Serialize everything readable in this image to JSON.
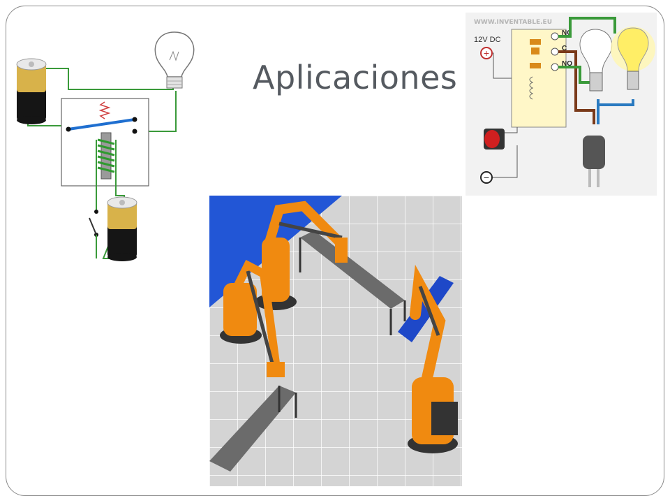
{
  "slide": {
    "title": "Aplicaciones"
  },
  "wiring_diagram": {
    "watermark": "WWW.INVENTABLE.EU",
    "supply_label": "12V DC",
    "plus_symbol": "+",
    "minus_symbol": "−",
    "contact_nc": "NC",
    "contact_c": "C",
    "contact_no": "NO"
  },
  "colors": {
    "wire_green": "#3a9a3a",
    "coil_blue": "#1f6fd0",
    "robot_orange": "#f08a10",
    "floor_blue": "#1f5fd6",
    "conveyor_gray": "#707070",
    "wire_brown": "#7a3a1a",
    "wire_blue": "#2a7ac0"
  },
  "icons": [
    "battery-icon",
    "light-bulb-icon",
    "relay-icon",
    "switch-icon",
    "robot-arm-icon",
    "conveyor-icon",
    "plug-icon",
    "push-button-icon"
  ]
}
